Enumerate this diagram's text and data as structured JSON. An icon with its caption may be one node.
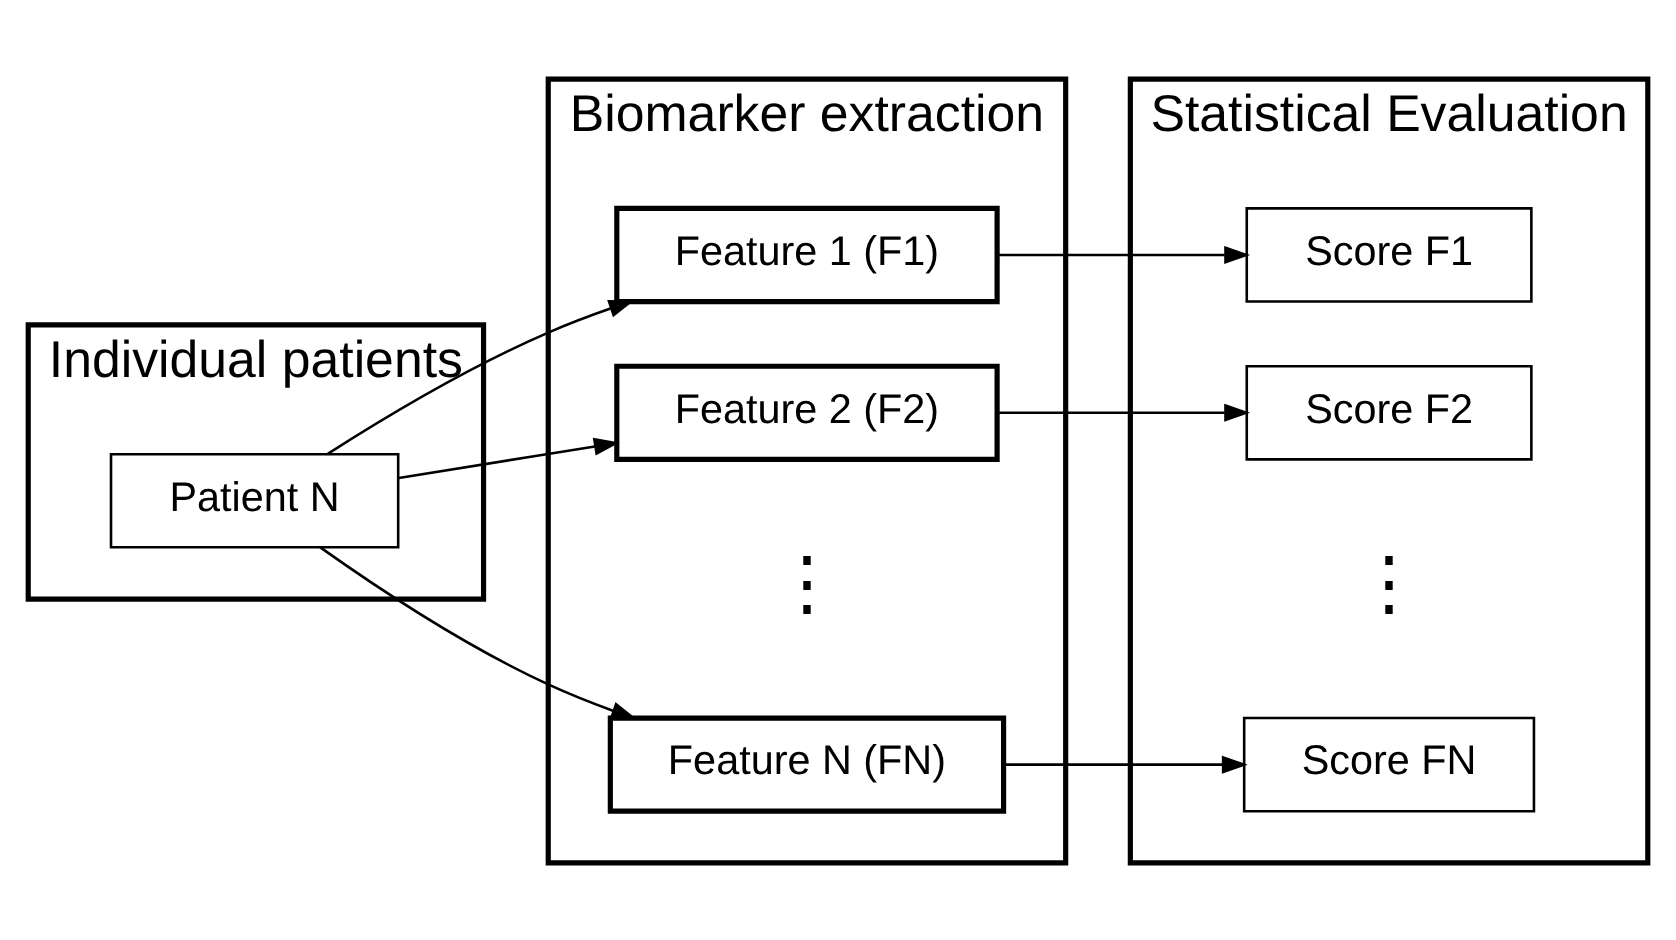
{
  "diagram": {
    "nodes": [
      {
        "text": [
          "Individual patients"
        ]
      },
      {
        "text": [
          "Patient N"
        ],
        "in": 0
      },
      {
        "text": [
          "Biomarker extraction"
        ]
      },
      {
        "text": [
          "Feature 1 (F1)"
        ],
        "in": 2
      },
      {
        "text": [
          "Feature 2 (F2)"
        ],
        "in": 2
      },
      {
        "text": [
          "Feature N (FN)"
        ],
        "in": 2
      },
      {
        "text": [
          "Statistical Evaluation"
        ]
      },
      {
        "text": [
          "Score F1"
        ],
        "in": 6
      },
      {
        "text": [
          "Score F2"
        ],
        "in": 6
      },
      {
        "text": [
          "Score FN"
        ],
        "in": 6
      }
    ],
    "edges": [
      {
        "from": 1,
        "to": 3,
        "arrow": "to"
      },
      {
        "from": 1,
        "to": 4,
        "arrow": "to"
      },
      {
        "from": 1,
        "to": 5,
        "arrow": "to"
      },
      {
        "from": 3,
        "to": 7,
        "arrow": "to"
      },
      {
        "from": 4,
        "to": 8,
        "arrow": "to"
      },
      {
        "from": 5,
        "to": 9,
        "arrow": "to"
      }
    ],
    "labels": [
      "⋮",
      "⋮"
    ]
  }
}
